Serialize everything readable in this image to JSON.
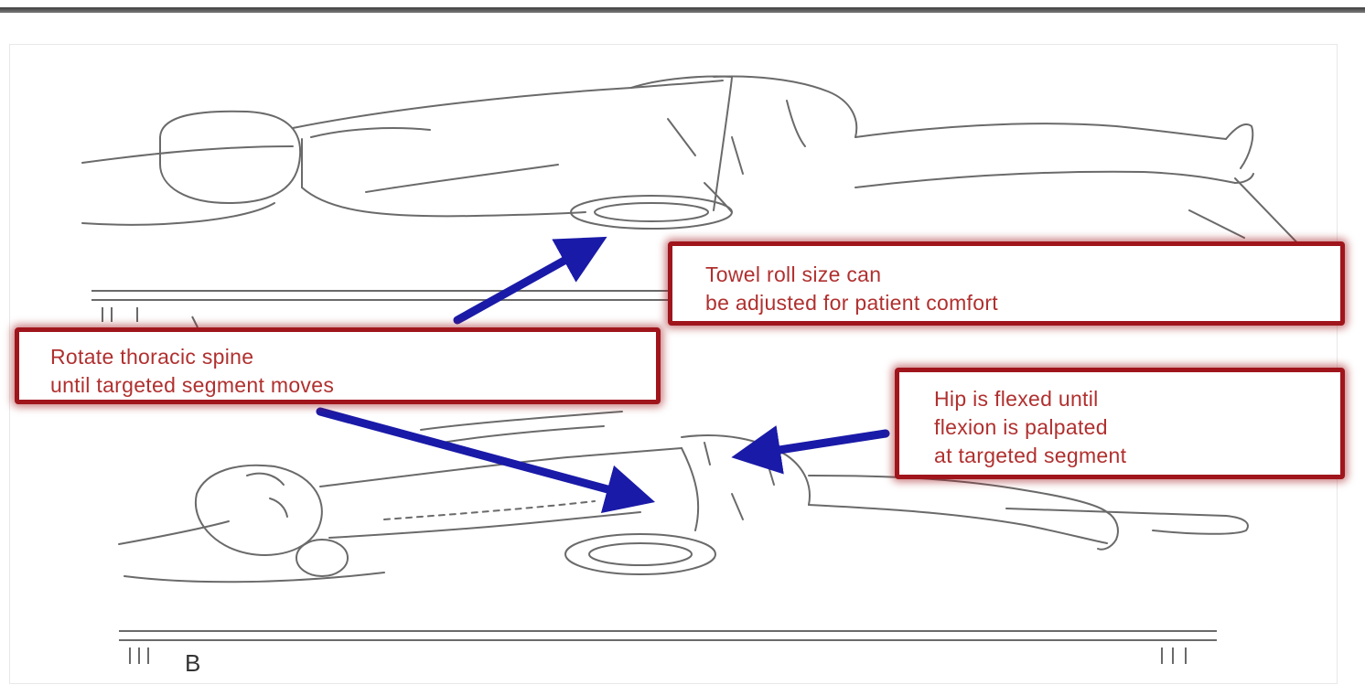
{
  "callouts": {
    "towel_roll": {
      "line1": "Towel roll size can",
      "line2": "be adjusted for patient comfort"
    },
    "rotate_spine": {
      "line1": "Rotate thoracic spine",
      "line2": "until targeted segment moves"
    },
    "hip_flexed": {
      "line1": "Hip is flexed until",
      "line2": "flexion is palpated",
      "line3": "at targeted segment"
    }
  },
  "panel_label": "B",
  "colors": {
    "callout_border": "#a0151c",
    "callout_text": "#b0302f",
    "arrow": "#1a1aa8",
    "drawing_line": "#6a6a6a"
  }
}
